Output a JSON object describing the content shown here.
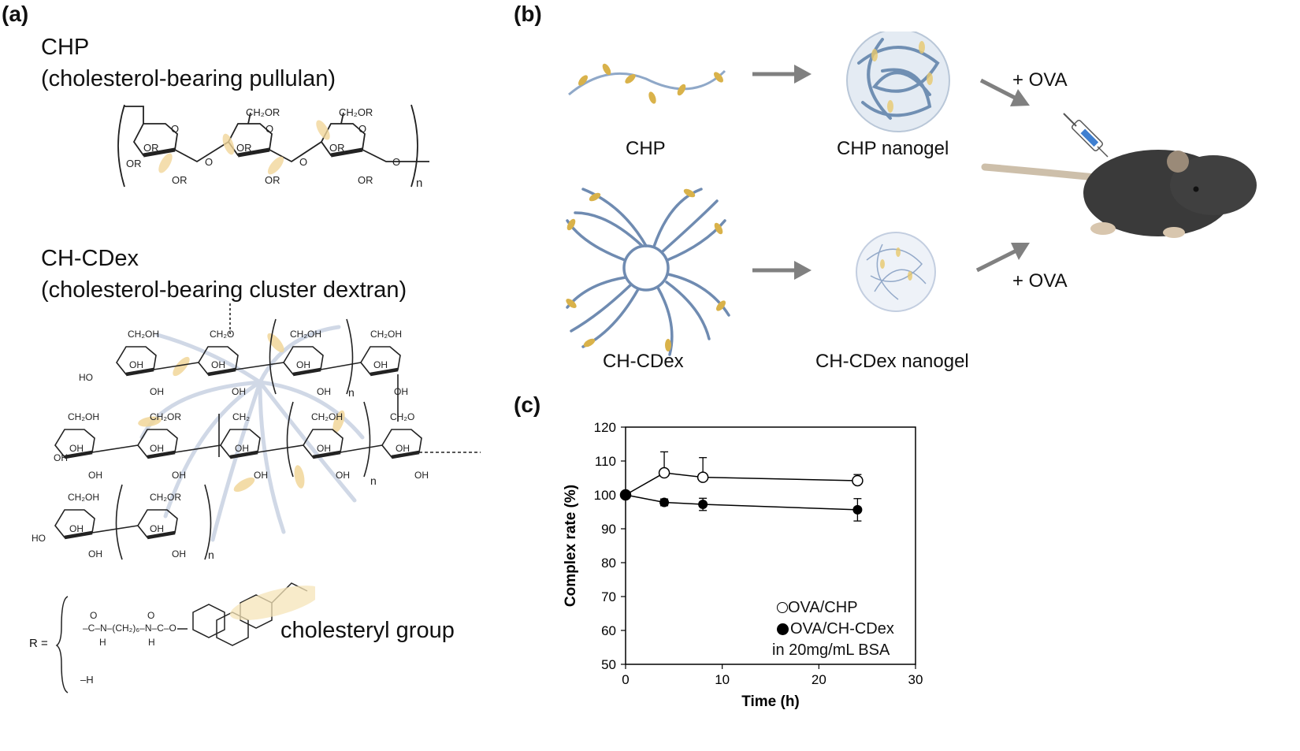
{
  "panel_a": {
    "tag": "(a)",
    "chp_title": "CHP",
    "chp_subtitle": "(cholesterol-bearing pullulan)",
    "cdex_title": "CH-CDex",
    "cdex_subtitle": "(cholesterol-bearing cluster dextran)",
    "r_label": "R =",
    "r_h": "–H",
    "cholesteryl_label": "cholesteryl group",
    "repeat_n": "n"
  },
  "panel_b": {
    "tag": "(b)",
    "chp_label": "CHP",
    "chp_nanogel_label": "CHP nanogel",
    "cdex_label": "CH-CDex",
    "cdex_nanogel_label": "CH-CDex nanogel",
    "plus_ova_top": "+ OVA",
    "plus_ova_bottom": "+ OVA"
  },
  "panel_c": {
    "tag": "(c)"
  },
  "chart_data": {
    "type": "line",
    "xlabel": "Time (h)",
    "ylabel": "Complex rate (%)",
    "xlim": [
      0,
      30
    ],
    "ylim": [
      50,
      120
    ],
    "xticks": [
      0,
      10,
      20,
      30
    ],
    "yticks": [
      50,
      60,
      70,
      80,
      90,
      100,
      110,
      120
    ],
    "grid": false,
    "legend_position": "bottom-right",
    "legend_note": "in 20mg/mL BSA",
    "series": [
      {
        "name": "OVA/CHP",
        "marker": "open-circle",
        "x": [
          0,
          4,
          8,
          24
        ],
        "y": [
          100,
          106.5,
          105.2,
          104.2
        ],
        "err": [
          0,
          6.2,
          5.8,
          1.8
        ]
      },
      {
        "name": "OVA/CH-CDex",
        "marker": "filled-circle",
        "x": [
          0,
          4,
          8,
          24
        ],
        "y": [
          100,
          97.8,
          97.2,
          95.6
        ],
        "err": [
          0,
          1.0,
          1.8,
          3.3
        ]
      }
    ]
  }
}
